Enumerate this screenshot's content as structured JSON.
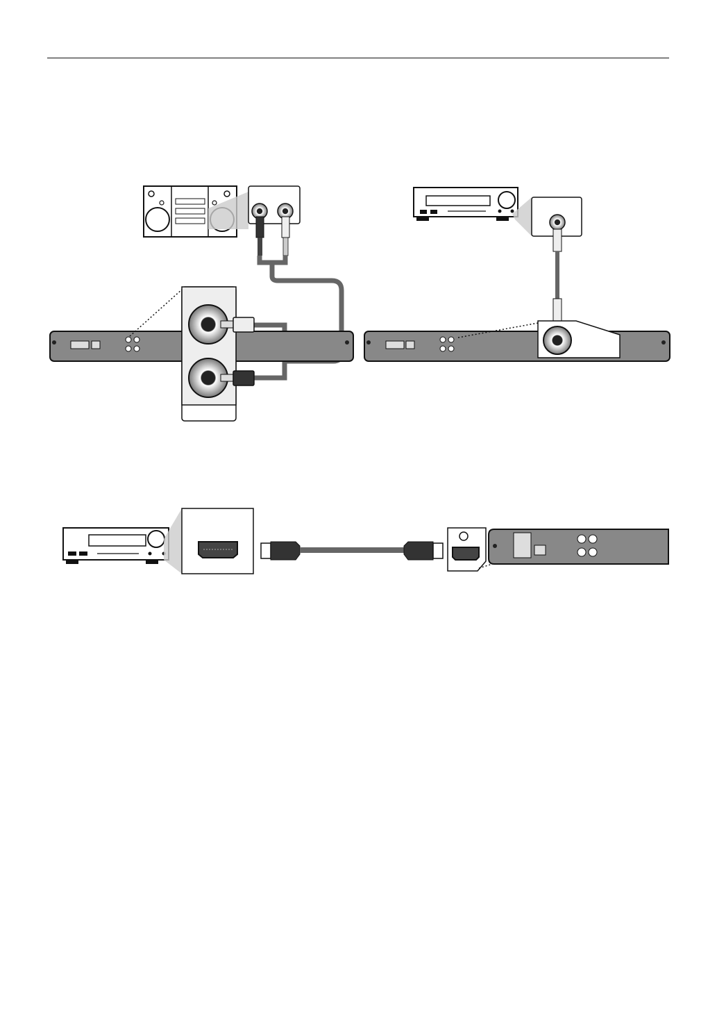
{
  "page": {
    "background": "#ffffff",
    "ink": "#111111",
    "cable_gray": "#666666"
  },
  "figures": [
    {
      "id": "analog-audio-to-stereo",
      "devices": [
        "mini-stereo-system",
        "player-rear-panel"
      ],
      "connection": "rca-stereo-cable"
    },
    {
      "id": "coaxial-digital-to-receiver",
      "devices": [
        "av-receiver",
        "player-rear-panel"
      ],
      "connection": "coaxial-cable"
    },
    {
      "id": "hdmi-to-receiver",
      "devices": [
        "av-receiver",
        "player-rear-panel"
      ],
      "connection": "hdmi-cable"
    }
  ],
  "icons": [
    "stereo-icon",
    "receiver-icon",
    "rca-jack-icon",
    "coax-jack-icon",
    "hdmi-port-icon",
    "hdmi-plug-icon"
  ]
}
